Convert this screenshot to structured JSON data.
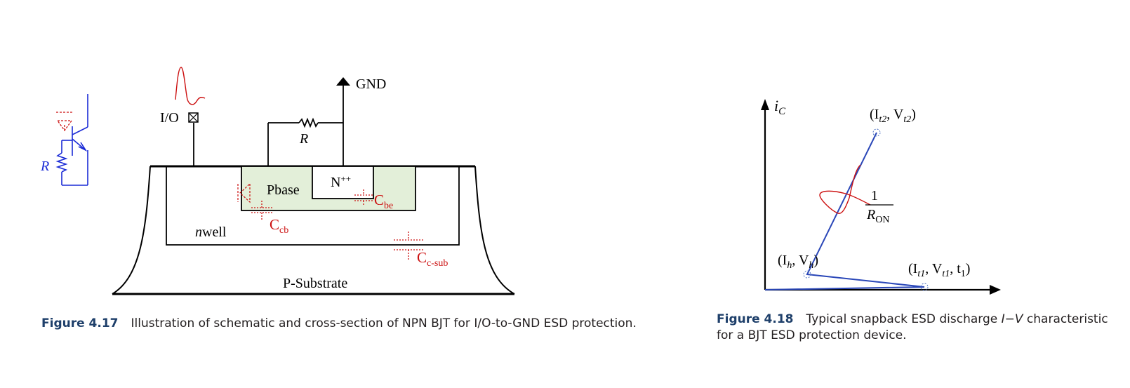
{
  "figure_417": {
    "number": "Figure 4.17",
    "caption": "Illustration of schematic and cross-section of NPN BJT for I/O-to-GND ESD protection.",
    "labels": {
      "schematic_r": "R",
      "io": "I/O",
      "gnd": "GND",
      "r": "R",
      "nplus": "N",
      "nplus_sup": "++",
      "pbase": "Pbase",
      "nwell_italic": "n",
      "nwell_rest": "well",
      "psub": "P-Substrate",
      "ccb_main": "C",
      "ccb_sub": "cb",
      "cbe_main": "C",
      "cbe_sub": "be",
      "csub_main": "C",
      "csub_sub": "c-sub"
    }
  },
  "figure_418": {
    "number": "Figure 4.18",
    "caption_line1_a": "Typical snapback ESD discharge ",
    "caption_line1_iv": "I−V",
    "caption_line1_b": " characteristic",
    "caption_line2": "for a BJT ESD protection device.",
    "labels": {
      "axis_i": "i",
      "axis_i_sub": "C",
      "pt2": "(I",
      "pt2_s1": "t2",
      "pt2_mid": ", V",
      "pt2_s2": "t2",
      "pt2_end": ")",
      "ph": "(I",
      "ph_s1": "h",
      "ph_mid": ", V",
      "ph_s2": "h",
      "ph_end": ")",
      "pt1": "(I",
      "pt1_s1": "t1",
      "pt1_mid": ", V",
      "pt1_s2": "t1",
      "pt1_mid2": ", t",
      "pt1_s3": "1",
      "pt1_end": ")",
      "slope_num": "1",
      "slope_den": "R",
      "slope_den_sub": "ON"
    }
  },
  "colors": {
    "blue": "#1a2bd6",
    "red": "#cc1010",
    "green_fill": "#e3efd9",
    "caption_num": "#1e3f6a"
  }
}
